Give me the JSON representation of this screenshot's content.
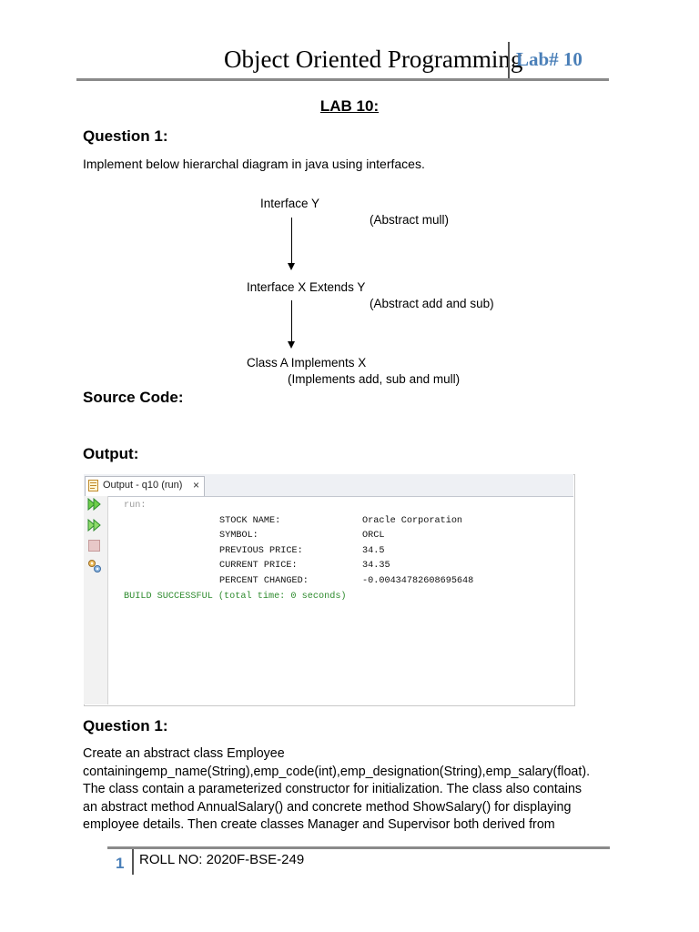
{
  "header": {
    "title": "Object Oriented Programming",
    "lab": "Lab# 10"
  },
  "heading": "LAB 10:",
  "question1": {
    "title": "Question 1:",
    "text": "Implement below hierarchal diagram in java using interfaces."
  },
  "diagram": {
    "n1": "Interface Y",
    "n1_note": "(Abstract mull)",
    "n2": "Interface X Extends Y",
    "n2_note": "(Abstract add and sub)",
    "n3": "Class A Implements X",
    "n3_note": "(Implements add, sub and mull)"
  },
  "source_code": "Source Code:",
  "output_title": "Output:",
  "output_panel": {
    "tab_label": "Output - q10 (run)",
    "close": "×",
    "run": "run:",
    "rows": [
      {
        "k": "STOCK NAME:",
        "v": "Oracle Corporation"
      },
      {
        "k": "SYMBOL:",
        "v": "ORCL"
      },
      {
        "k": "PREVIOUS PRICE:",
        "v": "34.5"
      },
      {
        "k": "CURRENT PRICE:",
        "v": "34.35"
      },
      {
        "k": "PERCENT CHANGED:",
        "v": "-0.00434782608695648"
      }
    ],
    "build": "BUILD SUCCESSFUL (total time: 0 seconds)"
  },
  "question2": {
    "title": "Question 1:",
    "lines": [
      "Create an abstract class Employee",
      "containingemp_name(String),emp_code(int),emp_designation(String),emp_salary(float).",
      "The class contain a parameterized constructor for initialization. The class also contains",
      "an abstract method AnnualSalary() and concrete method ShowSalary() for displaying",
      "employee details. Then create classes Manager and Supervisor both derived from"
    ]
  },
  "footer": {
    "page": "1",
    "roll": "ROLL NO: 2020F-BSE-249"
  },
  "colors": {
    "accent": "#4a7fb8",
    "build_green": "#2e8b2e"
  }
}
